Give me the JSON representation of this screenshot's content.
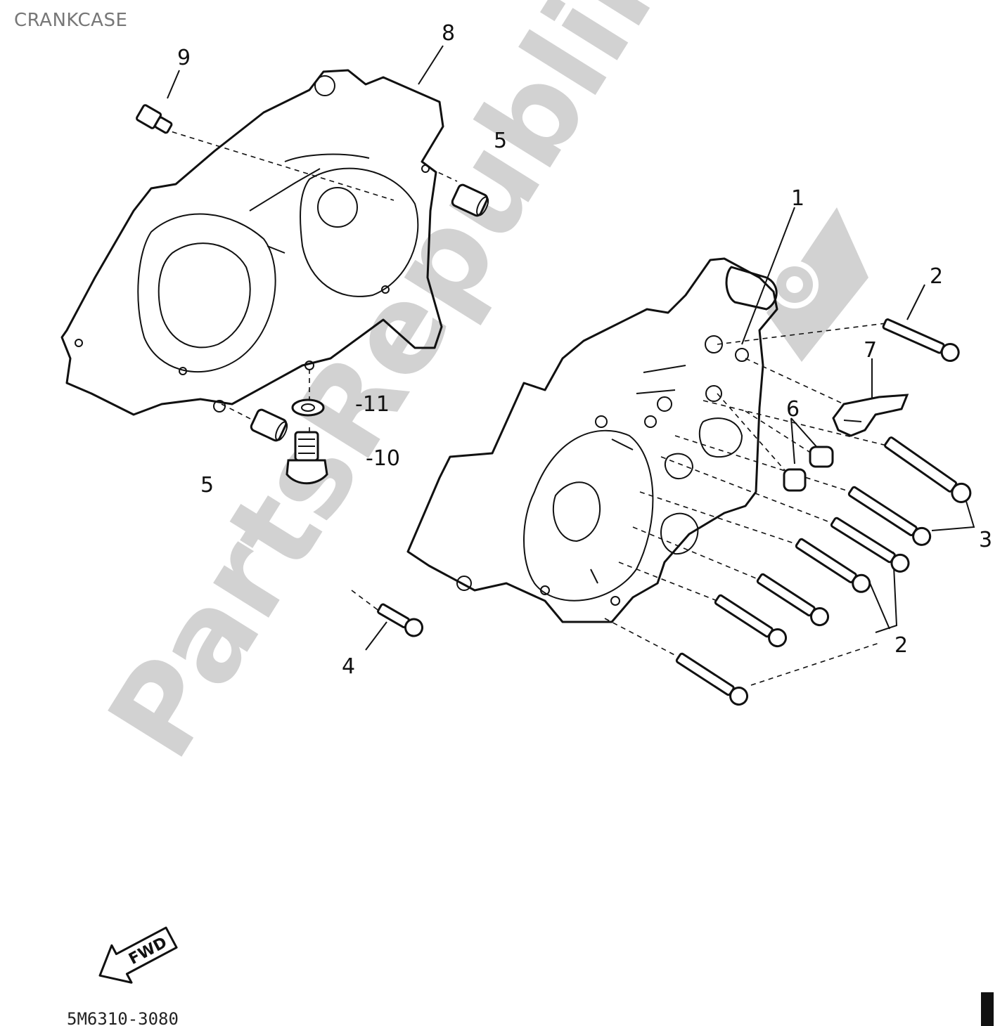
{
  "page": {
    "title": "CRANKCASE",
    "part_number": "5M6310-3080",
    "watermark": "PartsRepublik"
  },
  "callouts": {
    "c1": "1",
    "c2_top": "2",
    "c2_bottom": "2",
    "c3": "3",
    "c4": "4",
    "c5_top": "5",
    "c5_bottom": "5",
    "c6": "6",
    "c7": "7",
    "c8": "8",
    "c9": "9",
    "c10": "-10",
    "c11": "-11"
  },
  "fwd_arrow": {
    "label": "FWD"
  },
  "icons": [
    "gear-icon",
    "fwd-arrow-icon"
  ],
  "colors": {
    "ink": "#111111",
    "watermark": "#d2d2d2",
    "title": "#777777"
  }
}
